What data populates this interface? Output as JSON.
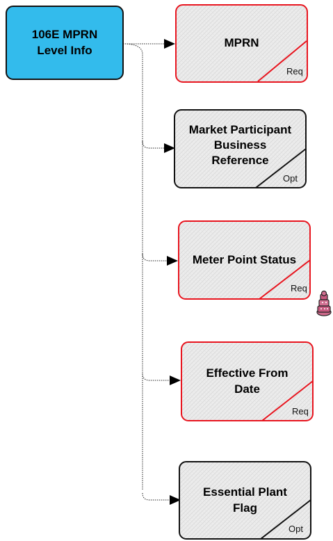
{
  "root": {
    "label_line1": "106E MPRN",
    "label_line2": "Level Info"
  },
  "children": [
    {
      "label": "MPRN",
      "badge": "Req"
    },
    {
      "label_line1": "Market Participant",
      "label_line2": "Business",
      "label_line3": "Reference",
      "badge": "Opt"
    },
    {
      "label": "Meter Point Status",
      "badge": "Req"
    },
    {
      "label_line1": "Effective From",
      "label_line2": "Date",
      "badge": "Req"
    },
    {
      "label_line1": "Essential Plant",
      "label_line2": "Flag",
      "badge": "Opt"
    }
  ],
  "colors": {
    "root_fill": "#33bbec",
    "required": "#e8141e",
    "optional": "#111111",
    "box_fill": "#ececec"
  },
  "icons": {
    "meter_point_status": "stacked-figure-icon"
  }
}
